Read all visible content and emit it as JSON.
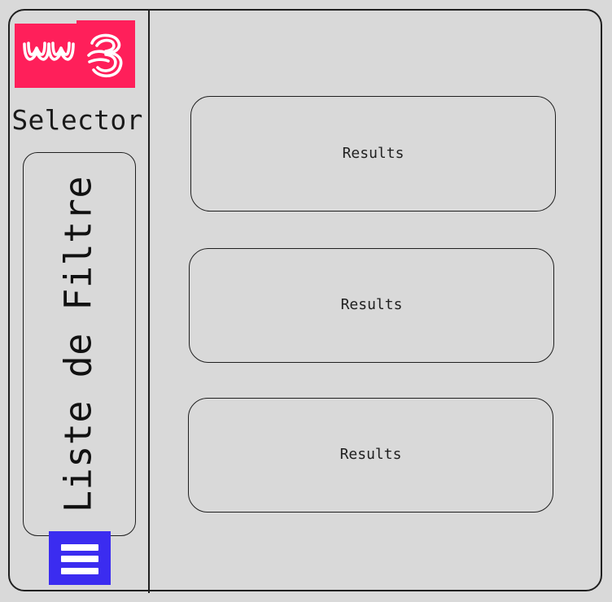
{
  "sidebar": {
    "logo": {
      "icon_name": "brand-logo-icon",
      "color": "#ff1f5a"
    },
    "title": "Selector",
    "filter_list": {
      "label": "Liste de Filtre"
    },
    "menu_button": {
      "icon_name": "hamburger-menu-icon",
      "color": "#3b2cf0"
    }
  },
  "main": {
    "results": [
      {
        "label": "Results"
      },
      {
        "label": "Results"
      },
      {
        "label": "Results"
      }
    ]
  },
  "colors": {
    "background": "#d9d9d9",
    "outline": "#1f1f1f",
    "text": "#1a1a1a"
  }
}
